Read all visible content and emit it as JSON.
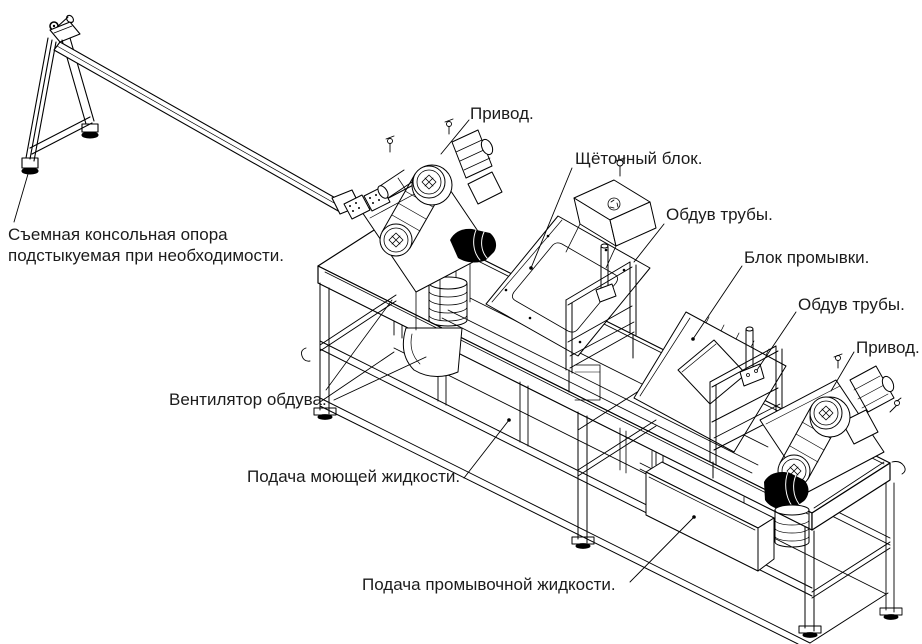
{
  "diagram": {
    "kind": "isometric-technical-drawing",
    "subject": "pipe washing and brushing machine with removable cantilever support",
    "background_color": "#ffffff",
    "line_color": "#000000",
    "text_color": "#1c1c1c"
  },
  "labels": [
    {
      "id": "drive-top",
      "text": "Привод."
    },
    {
      "id": "brush-block",
      "text": "Щёточный блок."
    },
    {
      "id": "pipe-blowoff-1",
      "text": "Обдув трубы."
    },
    {
      "id": "washing-block",
      "text": "Блок промывки."
    },
    {
      "id": "pipe-blowoff-2",
      "text": "Обдув трубы."
    },
    {
      "id": "drive-right",
      "text": "Привод."
    },
    {
      "id": "console-support",
      "text": "Съемная консольная опора\nподстыкуемая при необходимости."
    },
    {
      "id": "blow-fan",
      "text": "Вентилятор обдува."
    },
    {
      "id": "washing-liquid-supply",
      "text": "Подача моющей жидкости."
    },
    {
      "id": "rinsing-liquid-supply",
      "text": "Подача промывочной жидкости."
    }
  ]
}
